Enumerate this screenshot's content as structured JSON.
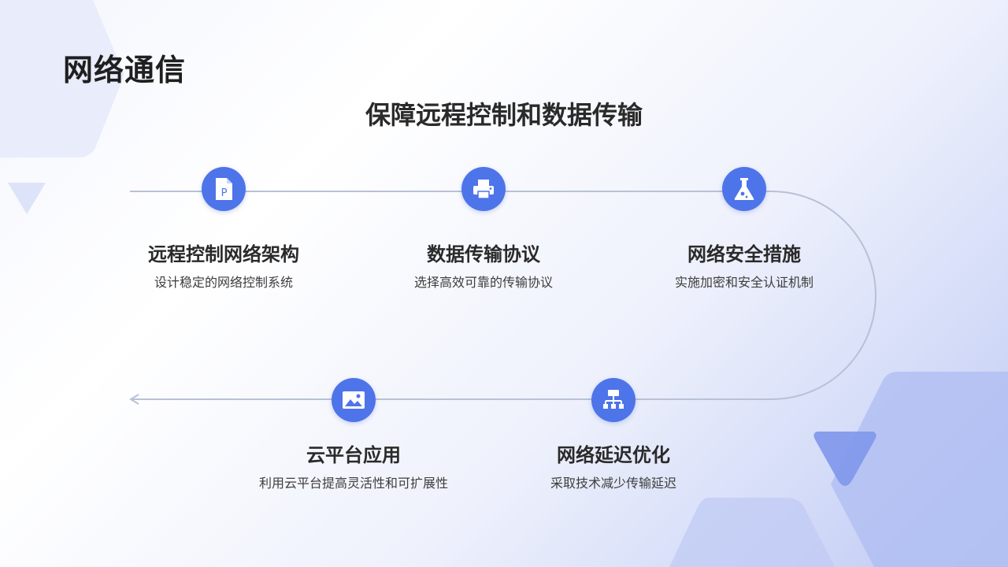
{
  "page": {
    "title": "网络通信",
    "subtitle": "保障远程控制和数据传输"
  },
  "colors": {
    "accent": "#4e74ea",
    "path_line": "#b9c1d6",
    "deco_light": "#e6ebfb",
    "deco_triangle": "#7f97ea"
  },
  "steps": [
    {
      "icon": "document-p-icon",
      "title": "远程控制网络架构",
      "desc": "设计稳定的网络控制系统"
    },
    {
      "icon": "printer-icon",
      "title": "数据传输协议",
      "desc": "选择高效可靠的传输协议"
    },
    {
      "icon": "flask-icon",
      "title": "网络安全措施",
      "desc": "实施加密和安全认证机制"
    },
    {
      "icon": "network-diagram-icon",
      "title": "网络延迟优化",
      "desc": "采取技术减少传输延迟"
    },
    {
      "icon": "image-icon",
      "title": "云平台应用",
      "desc": "利用云平台提高灵活性和可扩展性"
    }
  ]
}
